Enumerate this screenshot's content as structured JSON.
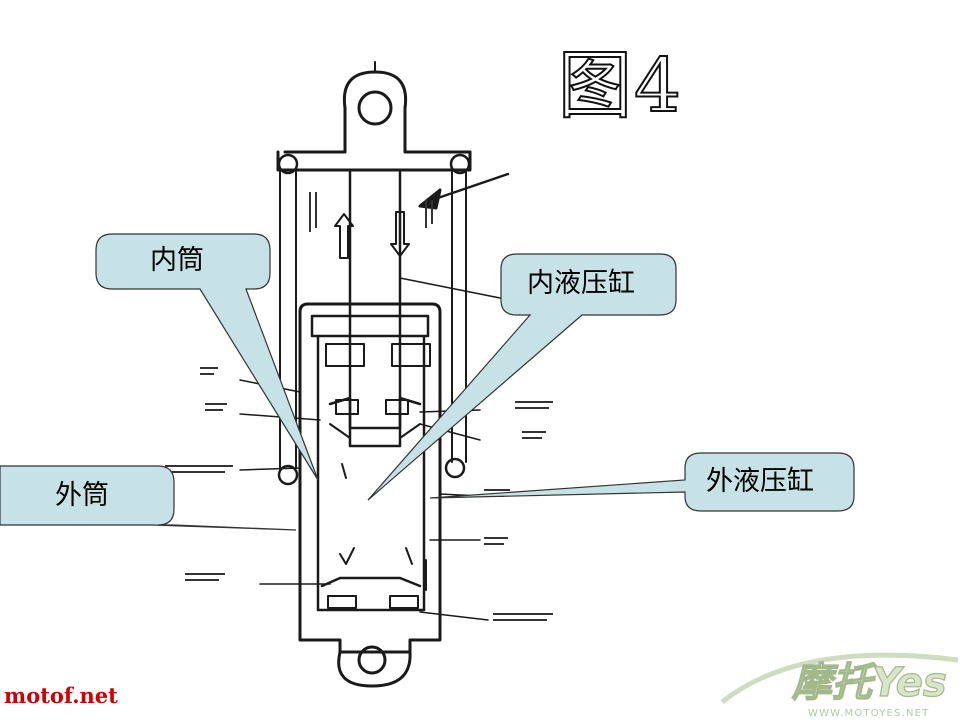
{
  "figure_title": "图4",
  "callouts": {
    "inner_tube": "内筒",
    "inner_cylinder": "内液压缸",
    "outer_tube": "外筒",
    "outer_cylinder": "外液压缸"
  },
  "watermark_left": "motof.net",
  "logo": {
    "main": "摩托Yes",
    "sub": "WWW.MOTOYES.NET"
  },
  "colors": {
    "callout_fill": "#c6e2e6",
    "watermark": "#d00000",
    "ink": "#1a1a1a"
  }
}
